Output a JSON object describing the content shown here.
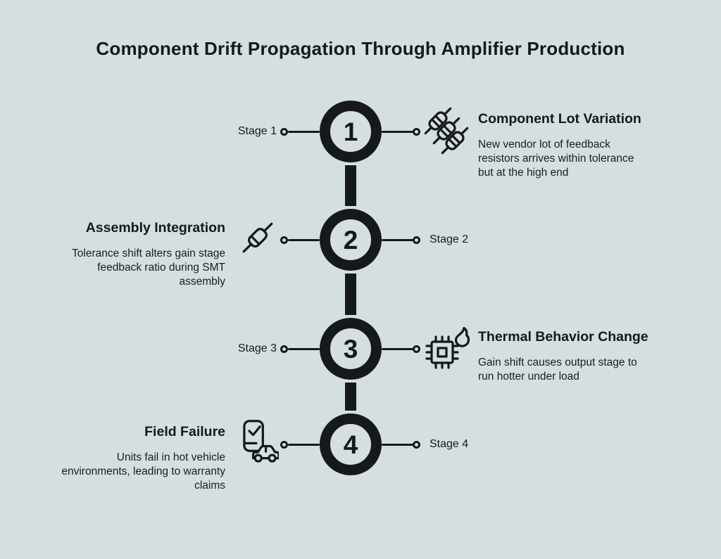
{
  "title": "Component Drift Propagation Through Amplifier Production",
  "colors": {
    "background": "#d6dfe0",
    "ink": "#15191c"
  },
  "stages": [
    {
      "number": "1",
      "stage_label": "Stage 1",
      "label_side": "left",
      "content_side": "right",
      "icon": "resistor-lot-icon",
      "heading": "Component Lot Variation",
      "description": "New vendor lot of feedback\nresistors arrives within tolerance\nbut at the high end"
    },
    {
      "number": "2",
      "stage_label": "Stage 2",
      "label_side": "right",
      "content_side": "left",
      "icon": "resistor-icon",
      "heading": "Assembly Integration",
      "description": "Tolerance shift alters gain stage\nfeedback ratio during SMT\nassembly"
    },
    {
      "number": "3",
      "stage_label": "Stage 3",
      "label_side": "left",
      "content_side": "right",
      "icon": "chip-heat-icon",
      "heading": "Thermal Behavior Change",
      "description": "Gain shift causes output stage to\nrun hotter under load"
    },
    {
      "number": "4",
      "stage_label": "Stage 4",
      "label_side": "right",
      "content_side": "left",
      "icon": "vehicle-check-icon",
      "heading": "Field Failure",
      "description": "Units fail in hot vehicle\nenvironments, leading to warranty\nclaims"
    }
  ]
}
